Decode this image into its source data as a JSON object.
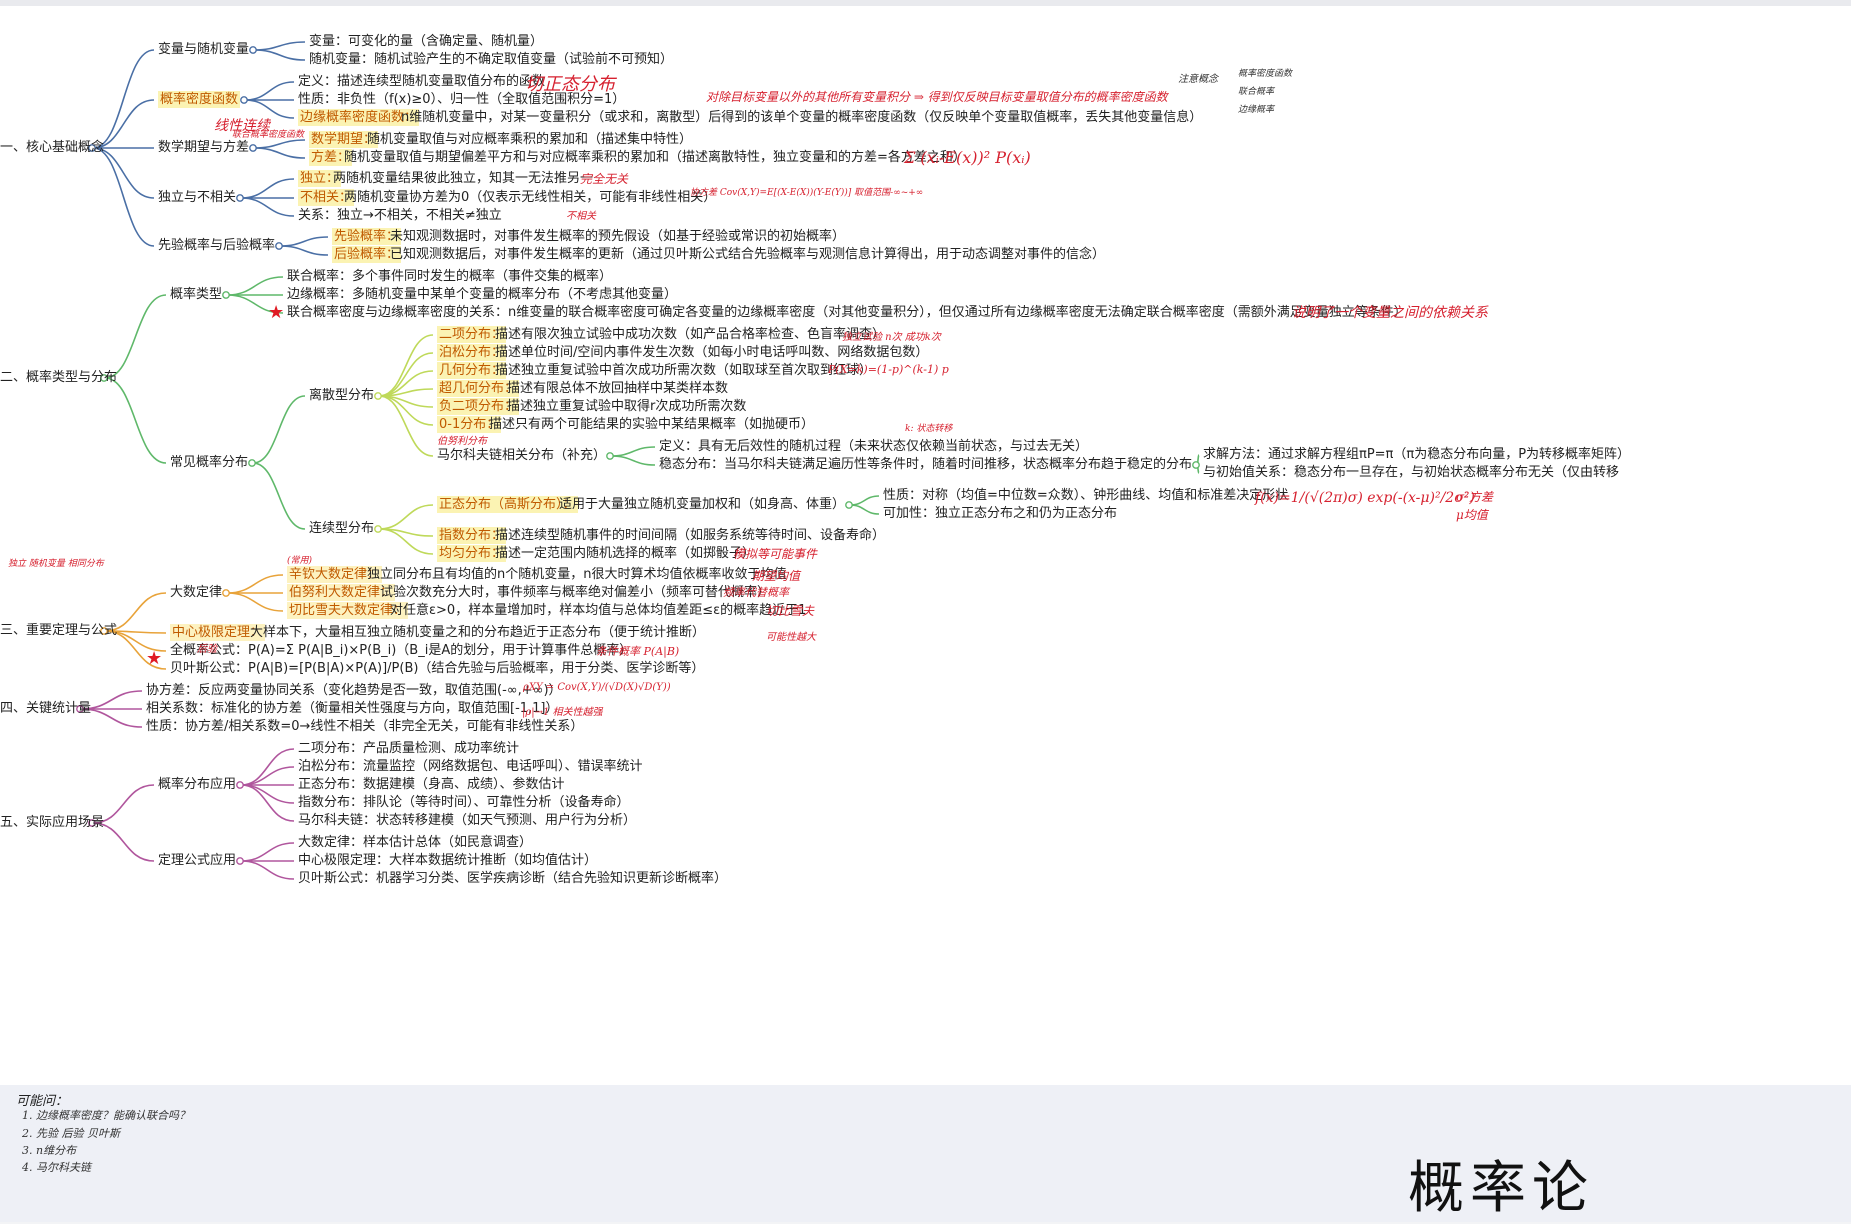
{
  "page": {
    "title": "概率论"
  },
  "branch_colors": {
    "c1": "#4a6fa5",
    "c2": "#5fb86a",
    "c3": "#e8a33a",
    "c4": "#b0569d",
    "c5": "#b0569d",
    "sub": "#bfd95a"
  },
  "nodes": {
    "r1": "一、核心基础概念",
    "r2": "二、概率类型与分布",
    "r3": "三、重要定理与公式",
    "r4": "四、关键统计量",
    "r5": "五、实际应用场景",
    "b1": "变量与随机变量",
    "b1a": "变量：可变化的量（含确定量、随机量）",
    "b1b": "随机变量：随机试验产生的不确定取值变量（试验前不可预知）",
    "b2": "概率密度函数",
    "b2a": "定义：描述连续型随机变量取值分布的函数",
    "b2b": "性质：非负性（f(x)≥0）、归一性（全取值范围积分=1）",
    "b2c": "边缘概率密度函数：",
    "b2c_t": "n维随机变量中，对某一变量积分（或求和，离散型）后得到的该单个变量的概率密度函数（仅反映单个变量取值概率，丢失其他变量信息）",
    "b3": "数学期望与方差",
    "b3a": "数学期望：",
    "b3a_t": "随机变量取值与对应概率乘积的累加和（描述集中特性）",
    "b3b": "方差：",
    "b3b_t": "随机变量取值与期望偏差平方和与对应概率乘积的累加和（描述离散特性，独立变量和的方差=各方差之和）",
    "b4": "独立与不相关",
    "b4a": "独立：",
    "b4a_t": "两随机变量结果彼此独立，知其一无法推另一",
    "b4b": "不相关：",
    "b4b_t": "两随机变量协方差为0（仅表示无线性相关，可能有非线性相关）",
    "b4c": "关系：独立→不相关，不相关≠独立",
    "b5": "先验概率与后验概率",
    "b5a": "先验概率：",
    "b5a_t": "未知观测数据时，对事件发生概率的预先假设（如基于经验或常识的初始概率）",
    "b5b": "后验概率：",
    "b5b_t": "已知观测数据后，对事件发生概率的更新（通过贝叶斯公式结合先验概率与观测信息计算得出，用于动态调整对事件的信念）",
    "c1": "概率类型",
    "c1a": "联合概率：多个事件同时发生的概率（事件交集的概率）",
    "c1b": "边缘概率：多随机变量中某单个变量的概率分布（不考虑其他变量）",
    "c1c": "联合概率密度与边缘概率密度的关系：n维变量的联合概率密度可确定各变量的边缘概率密度（对其他变量积分），但仅通过所有边缘概率密度无法确定联合概率密度（需额外满足变量独立等条件）",
    "c2": "常见概率分布",
    "c2a": "离散型分布",
    "d1": "二项分布：",
    "d1_t": "描述有限次独立试验中成功次数（如产品合格率检查、色盲率调查）",
    "d2": "泊松分布：",
    "d2_t": "描述单位时间/空间内事件发生次数（如每小时电话呼叫数、网络数据包数）",
    "d3": "几何分布：",
    "d3_t": "描述独立重复试验中首次成功所需次数（如取球至首次取到红球）",
    "d4": "超几何分布：",
    "d4_t": "描述有限总体不放回抽样中某类样本数",
    "d5": "负二项分布：",
    "d5_t": "描述独立重复试验中取得r次成功所需次数",
    "d6": "0-1分布：",
    "d6_t": "描述只有两个可能结果的实验中某结果概率（如抛硬币）",
    "mk": "马尔科夫链相关分布（补充）",
    "mk1": "定义：具有无后效性的随机过程（未来状态仅依赖当前状态，与过去无关）",
    "mk2": "稳态分布：当马尔科夫链满足遍历性等条件时，随着时间推移，状态概率分布趋于稳定的分布",
    "mk2a": "求解方法：通过求解方程组πP=π（π为稳态分布向量，P为转移概率矩阵）",
    "mk2b": "与初始值关系：稳态分布一旦存在，与初始状态概率分布无关（仅由转移",
    "c2b": "连续型分布",
    "e1": "正态分布（高斯分布）：",
    "e1_t": "适用于大量独立随机变量加权和（如身高、体重）",
    "e1a": "性质：对称（均值=中位数=众数）、钟形曲线、均值和标准差决定形状",
    "e1b": "可加性：独立正态分布之和仍为正态分布",
    "e2": "指数分布：",
    "e2_t": "描述连续型随机事件的时间间隔（如服务系统等待时间、设备寿命）",
    "e3": "均匀分布：",
    "e3_t": "描述一定范围内随机选择的概率（如掷骰子）",
    "f1": "大数定律",
    "f1a": "辛钦大数定律：",
    "f1a_t": "独立同分布且有均值的n个随机变量，n很大时算术均值依概率收敛于均值",
    "f1b": "伯努利大数定律：",
    "f1b_t": "试验次数充分大时，事件频率与概率绝对偏差小（频率可替代概率）",
    "f1c": "切比雪夫大数定律：",
    "f1c_t": "对任意ε>0，样本量增加时，样本均值与总体均值差距≤ε的概率趋近于1",
    "f2": "中心极限定理：",
    "f2_t": "大样本下，大量相互独立随机变量之和的分布趋近于正态分布（便于统计推断）",
    "f3": "全概率公式：P(A)=Σ P(A|B_i)×P(B_i)（B_i是A的划分，用于计算事件总概率）",
    "f4": "贝叶斯公式：P(A|B)=[P(B|A)×P(A)]/P(B)（结合先验与后验概率，用于分类、医学诊断等）",
    "g1": "协方差：反应两变量协同关系（变化趋势是否一致，取值范围(-∞,+∞)）",
    "g2": "相关系数：标准化的协方差（衡量相关性强度与方向，取值范围[-1,1]）",
    "g3": "性质：协方差/相关系数=0→线性不相关（非完全无关，可能有非线性关系）",
    "h1": "概率分布应用",
    "h1a": "二项分布：产品质量检测、成功率统计",
    "h1b": "泊松分布：流量监控（网络数据包、电话呼叫）、错误率统计",
    "h1c": "正态分布：数据建模（身高、成绩）、参数估计",
    "h1d": "指数分布：排队论（等待时间）、可靠性分析（设备寿命）",
    "h1e": "马尔科夫链：状态转移建模（如天气预测、用户行为分析）",
    "h2": "定理公式应用",
    "h2a": "大数定律：样本估计总体（如民意调查）",
    "h2b": "中心极限定理：大样本数据统计推断（如均值估计）",
    "h2c": "贝叶斯公式：机器学习分类、医学疾病诊断（结合先验知识更新诊断概率）"
  },
  "annotations": {
    "a1": "切正态分布",
    "a2": "对除目标变量以外的其他所有变量积分 ⇒ 得到仅反映目标变量取值分布的概率密度函数",
    "a3": "注意概念",
    "a4": "概率密度函数",
    "a5": "联合概率",
    "a6": "边缘概率",
    "a7": "线性连续",
    "a8": "联合概率密度函数",
    "a9": "Σ (xᵢ-E(x))² P(xᵢ)",
    "a10": "完全无关",
    "a11": "协方差 Cov(X,Y)=E[(X-E(X))(Y-E(Y))]  取值范围-∞~+∞",
    "a12": "不相关",
    "a13": "独立试验 n次 成功k次",
    "a14": "P(X=k)=(1-p)^(k-1) p",
    "a15": "伯努利分布",
    "a16": "k: 状态转移",
    "a17": "f(x)=1/(√(2π)σ) exp(-(x-μ)²/2σ²)",
    "a18": "σ²方差",
    "a19": "μ均值",
    "a20": "模拟等可能事件",
    "a21": "独立 随机变量 相同分布",
    "a22": "期望均值",
    "a23": "频率代替概率",
    "a24": "切比雪夫",
    "a25": "可能性越大",
    "a26": "条件概率 P(A|B)",
    "a27": "ρXY = Cov(X,Y)/(√D(X)√D(Y))",
    "a28": "|ρ|→1 相关性越强",
    "a29": "后验",
    "a30": "说明了一个变量之间的依赖关系",
    "a31": "(常用)"
  },
  "notes": {
    "title": "可能问：",
    "items": [
      "1. 边缘概率密度？能确认联合吗？",
      "2. 先验 后验 贝叶斯",
      "3. n维分布",
      "4. 马尔科夫链"
    ]
  }
}
